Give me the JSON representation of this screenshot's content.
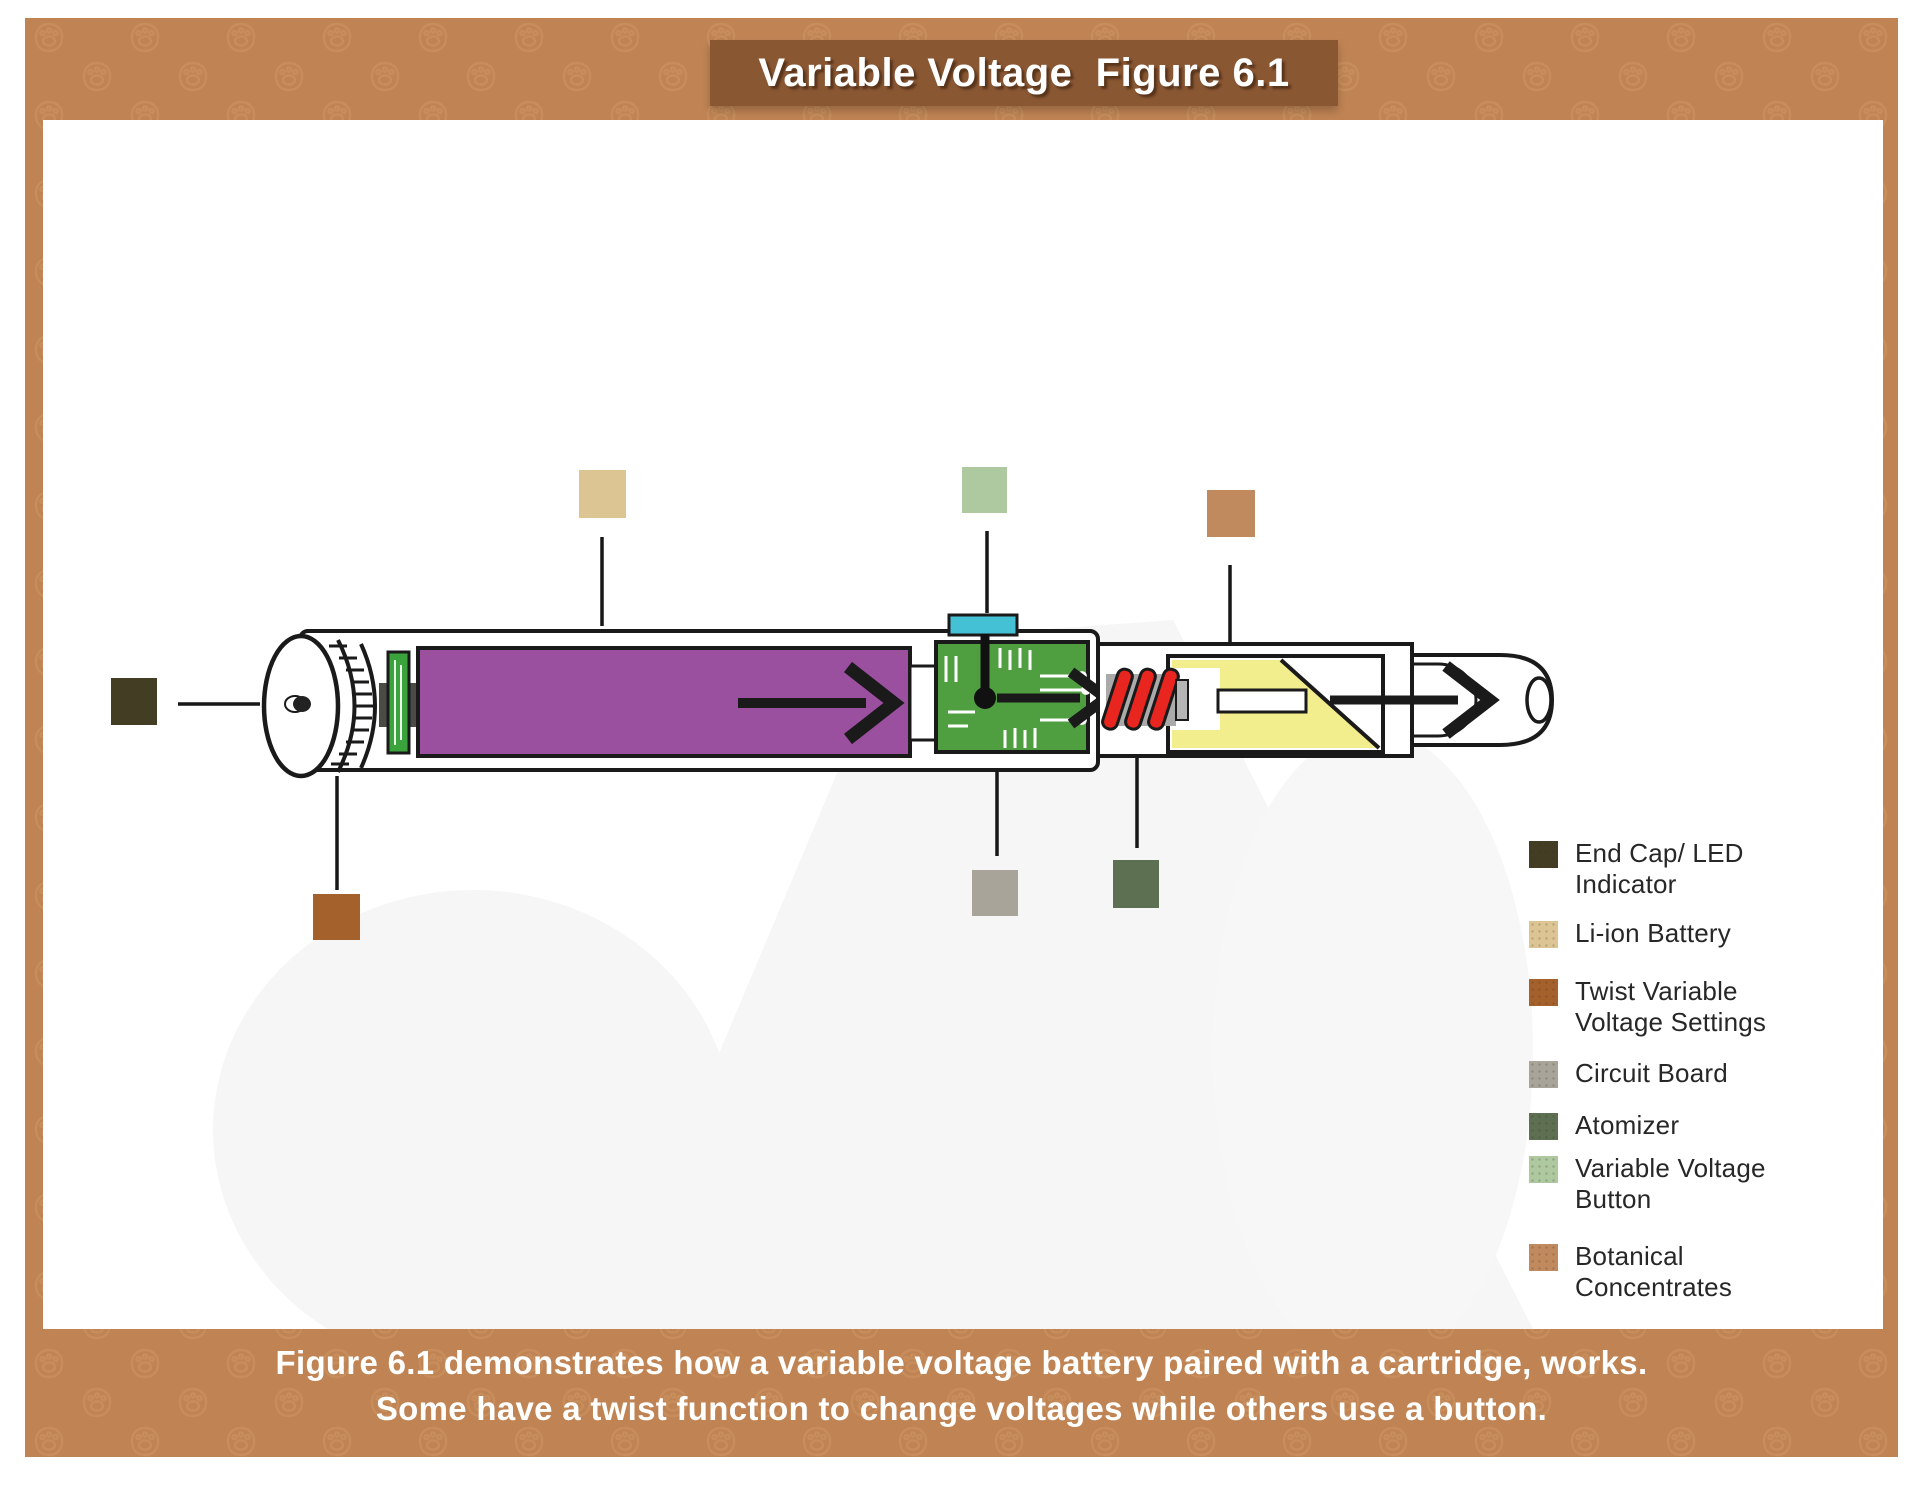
{
  "title_banner": {
    "text": "Variable Voltage  Figure 6.1"
  },
  "caption": {
    "line1": "Figure 6.1 demonstrates how a variable voltage battery paired with a cartridge, works.",
    "line2": "Some have a twist function to change voltages while others use a button."
  },
  "legend": {
    "items": [
      {
        "label": "End Cap/ LED Indicator",
        "color": "#433d24"
      },
      {
        "label": "Li-ion Battery",
        "color": "#ddc593"
      },
      {
        "label": "Twist Variable Voltage Settings",
        "color": "#a5612c"
      },
      {
        "label": "Circuit Board",
        "color": "#a8a499"
      },
      {
        "label": "Atomizer",
        "color": "#5d7052"
      },
      {
        "label": "Variable Voltage Button",
        "color": "#aec8a0"
      },
      {
        "label": "Botanical Concentrates",
        "color": "#c08a5e"
      }
    ]
  },
  "diagram": {
    "components": [
      "end cap with LED indicator",
      "twist variable voltage ring",
      "small circuit strip",
      "li-ion battery cell",
      "circuit board",
      "variable voltage button",
      "atomizer coil",
      "botanical concentrate chamber",
      "airway channel",
      "mouthpiece"
    ],
    "airflow_arrow_count": 3
  },
  "colors": {
    "frame": "#c08454",
    "banner": "#8a5733",
    "battery_purple": "#9a4f9f",
    "board_green": "#4f9e3f",
    "strip_green": "#3aa33c",
    "button_cyan": "#45c1d6",
    "coil_red": "#e8251f",
    "concentrate_yellow": "#f3ee8d",
    "outline": "#1a1a1a"
  }
}
